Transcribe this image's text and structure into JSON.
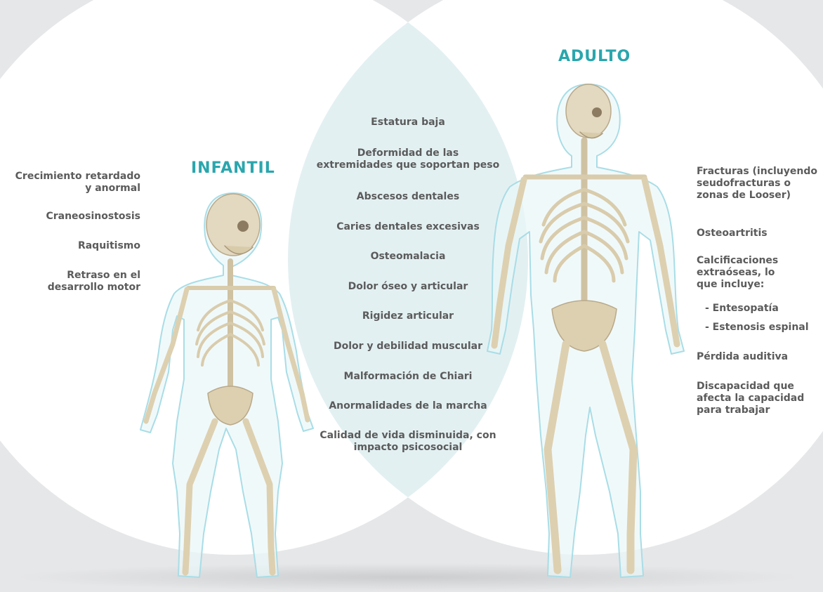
{
  "colors": {
    "background": "#e6e7e9",
    "circle_fill": "#ffffff",
    "overlap_fill": "#e3f0f2",
    "heading": "#2aa6ad",
    "text": "#5b5b5b",
    "body_outline": "#a9dde6",
    "bone": "#e7dcc2"
  },
  "left": {
    "heading": "INFANTIL",
    "items": [
      "Crecimiento retardado\ny anormal",
      "Craneosinostosis",
      "Raquitismo",
      "Retraso en el\ndesarrollo motor"
    ]
  },
  "right": {
    "heading": "ADULTO",
    "items": [
      "Fracturas (incluyendo\nseudofracturas o\nzonas de Looser)",
      "Osteoartritis",
      "Calcificaciones\nextraóseas, lo\nque incluye:",
      "- Entesopatía",
      "- Estenosis espinal",
      "Pérdida auditiva",
      "Discapacidad que\nafecta la capacidad\npara trabajar"
    ]
  },
  "shared": {
    "items": [
      "Estatura baja",
      "Deformidad de las\nextremidades que soportan peso",
      "Abscesos dentales",
      "Caries dentales excesivas",
      "Osteomalacia",
      "Dolor óseo y articular",
      "Rigidez articular",
      "Dolor y debilidad muscular",
      "Malformación de Chiari",
      "Anormalidades de la marcha",
      "Calidad de vida disminuida, con\nimpacto psicosocial"
    ]
  }
}
